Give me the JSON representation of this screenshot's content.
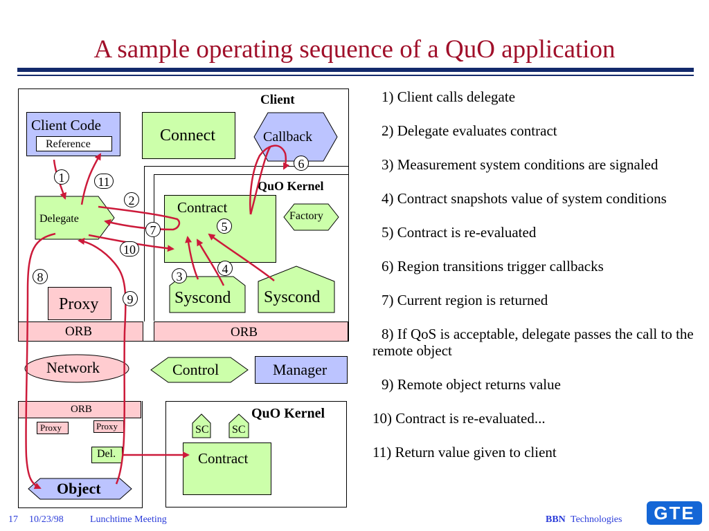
{
  "title": "A sample operating sequence of a QuO application",
  "client": {
    "heading": "Client",
    "client_code": "Client Code",
    "reference": "Reference",
    "connect": "Connect",
    "callback": "Callback",
    "quo_kernel": "QuO Kernel",
    "contract": "Contract",
    "factory": "Factory",
    "delegate": "Delegate",
    "syscond_1": "Syscond",
    "syscond_2": "Syscond",
    "proxy": "Proxy",
    "orb_left": "ORB",
    "orb_right": "ORB"
  },
  "middle": {
    "network": "Network",
    "control": "Control",
    "manager": "Manager"
  },
  "server": {
    "orb": "ORB",
    "proxy_1": "Proxy",
    "proxy_2": "Proxy",
    "del": "Del.",
    "object": "Object",
    "quo_kernel": "QuO Kernel",
    "sc_1": "SC",
    "sc_2": "SC",
    "contract": "Contract"
  },
  "step_markers": [
    "1",
    "2",
    "3",
    "4",
    "5",
    "6",
    "7",
    "8",
    "9",
    "10",
    "11"
  ],
  "steps": [
    "1) Client calls delegate",
    "2) Delegate evaluates contract",
    "3) Measurement system conditions are signaled",
    "4) Contract snapshots value of system conditions",
    "5) Contract is re-evaluated",
    "6) Region transitions trigger callbacks",
    "7) Current region is returned",
    "8) If QoS is acceptable, delegate passes the call to the remote object",
    "9) Remote object returns value",
    "10) Contract is re-evaluated...",
    "11) Return value given to client"
  ],
  "footer": {
    "page": "17",
    "date": "10/23/98",
    "event": "Lunchtime Meeting",
    "company_bold": "BBN",
    "company_rest": "Technologies",
    "logo": "GTE"
  },
  "colors": {
    "title": "#a0102a",
    "rule": "#13296b",
    "arrow": "#cc1a3a",
    "green": "#ccffaa",
    "blue": "#bcc4ff",
    "pink": "#ffccd0",
    "footer_text": "#2a3bd9",
    "logo_bg": "#1466d6"
  }
}
